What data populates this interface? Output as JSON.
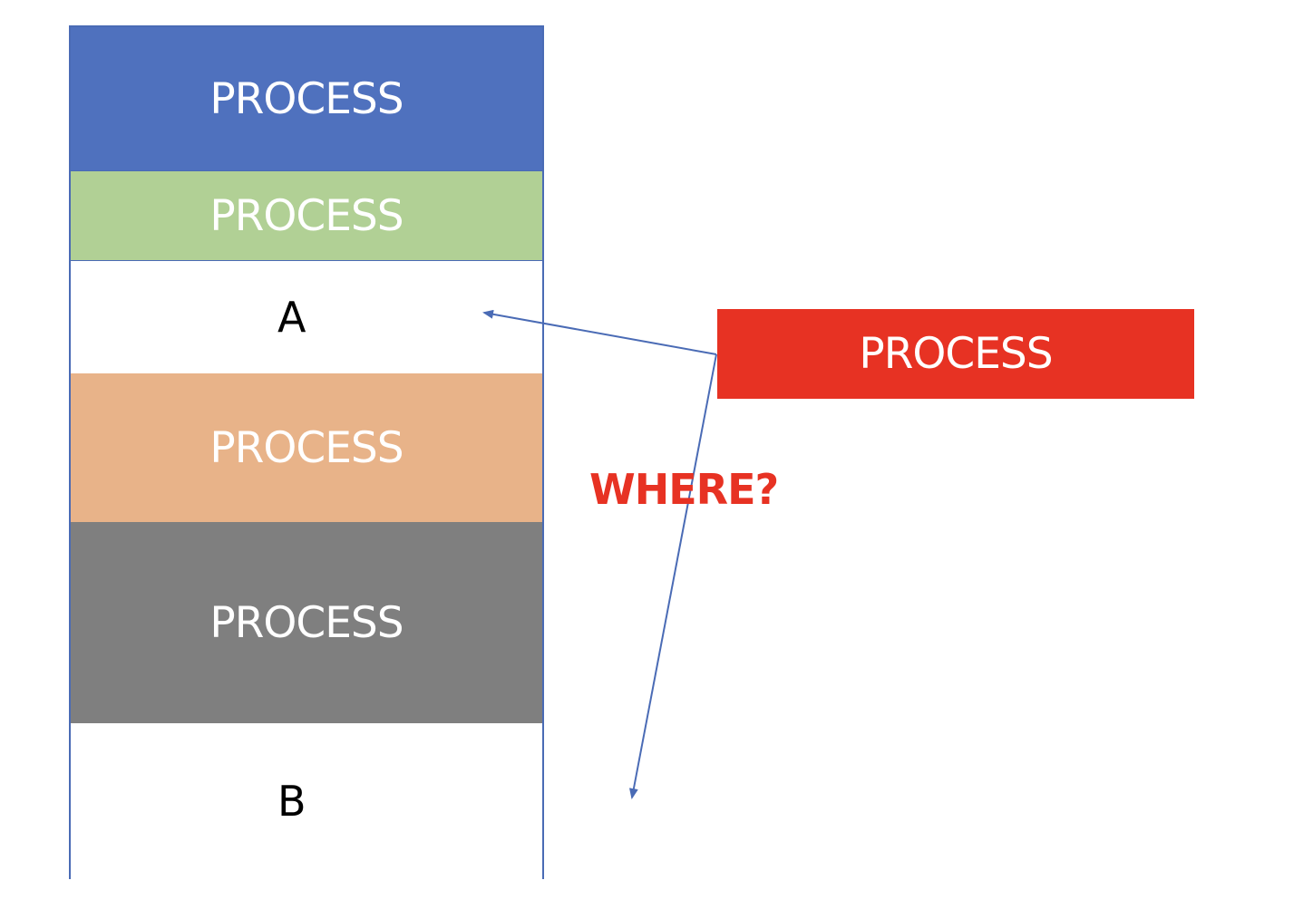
{
  "memory": {
    "blocks": [
      {
        "kind": "process",
        "label": "PROCESS",
        "color": "#4f71be"
      },
      {
        "kind": "process",
        "label": "PROCESS",
        "color": "#b1d095"
      },
      {
        "kind": "free",
        "label": "A",
        "color": "#ffffff"
      },
      {
        "kind": "process",
        "label": "PROCESS",
        "color": "#e8b389"
      },
      {
        "kind": "process",
        "label": "PROCESS",
        "color": "#7f7f7f"
      },
      {
        "kind": "free",
        "label": "B",
        "color": "#ffffff"
      }
    ],
    "border_color": "#4a6bb5"
  },
  "incoming_process": {
    "label": "PROCESS",
    "color": "#e73223"
  },
  "question": {
    "text": "WHERE?",
    "color": "#e73223"
  },
  "arrow_color": "#4a6bb5"
}
